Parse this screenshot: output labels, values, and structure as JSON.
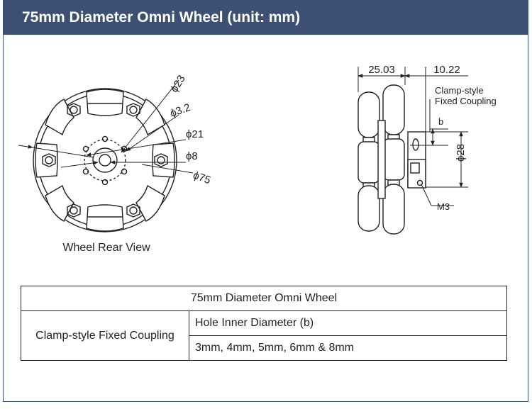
{
  "header": {
    "title": "75mm Diameter Omni Wheel (unit: mm)"
  },
  "rear_view": {
    "caption": "Wheel Rear View",
    "dims": {
      "d23": "ϕ23",
      "d32": "ϕ3.2",
      "d21": "ϕ21",
      "d8": "ϕ8",
      "d75": "ϕ75"
    }
  },
  "side_view": {
    "dim_left": "25.03",
    "dim_right": "10.22",
    "coupling_line1": "Clamp-style",
    "coupling_line2": "Fixed Coupling",
    "label_b": "b",
    "dim_height": "ϕ28",
    "label_m3": "M3"
  },
  "table": {
    "title": "75mm Diameter Omni Wheel",
    "row_label": "Clamp-style Fixed Coupling",
    "col_header": "Hole Inner Diameter (b)",
    "values": "3mm, 4mm, 5mm, 6mm & 8mm"
  }
}
